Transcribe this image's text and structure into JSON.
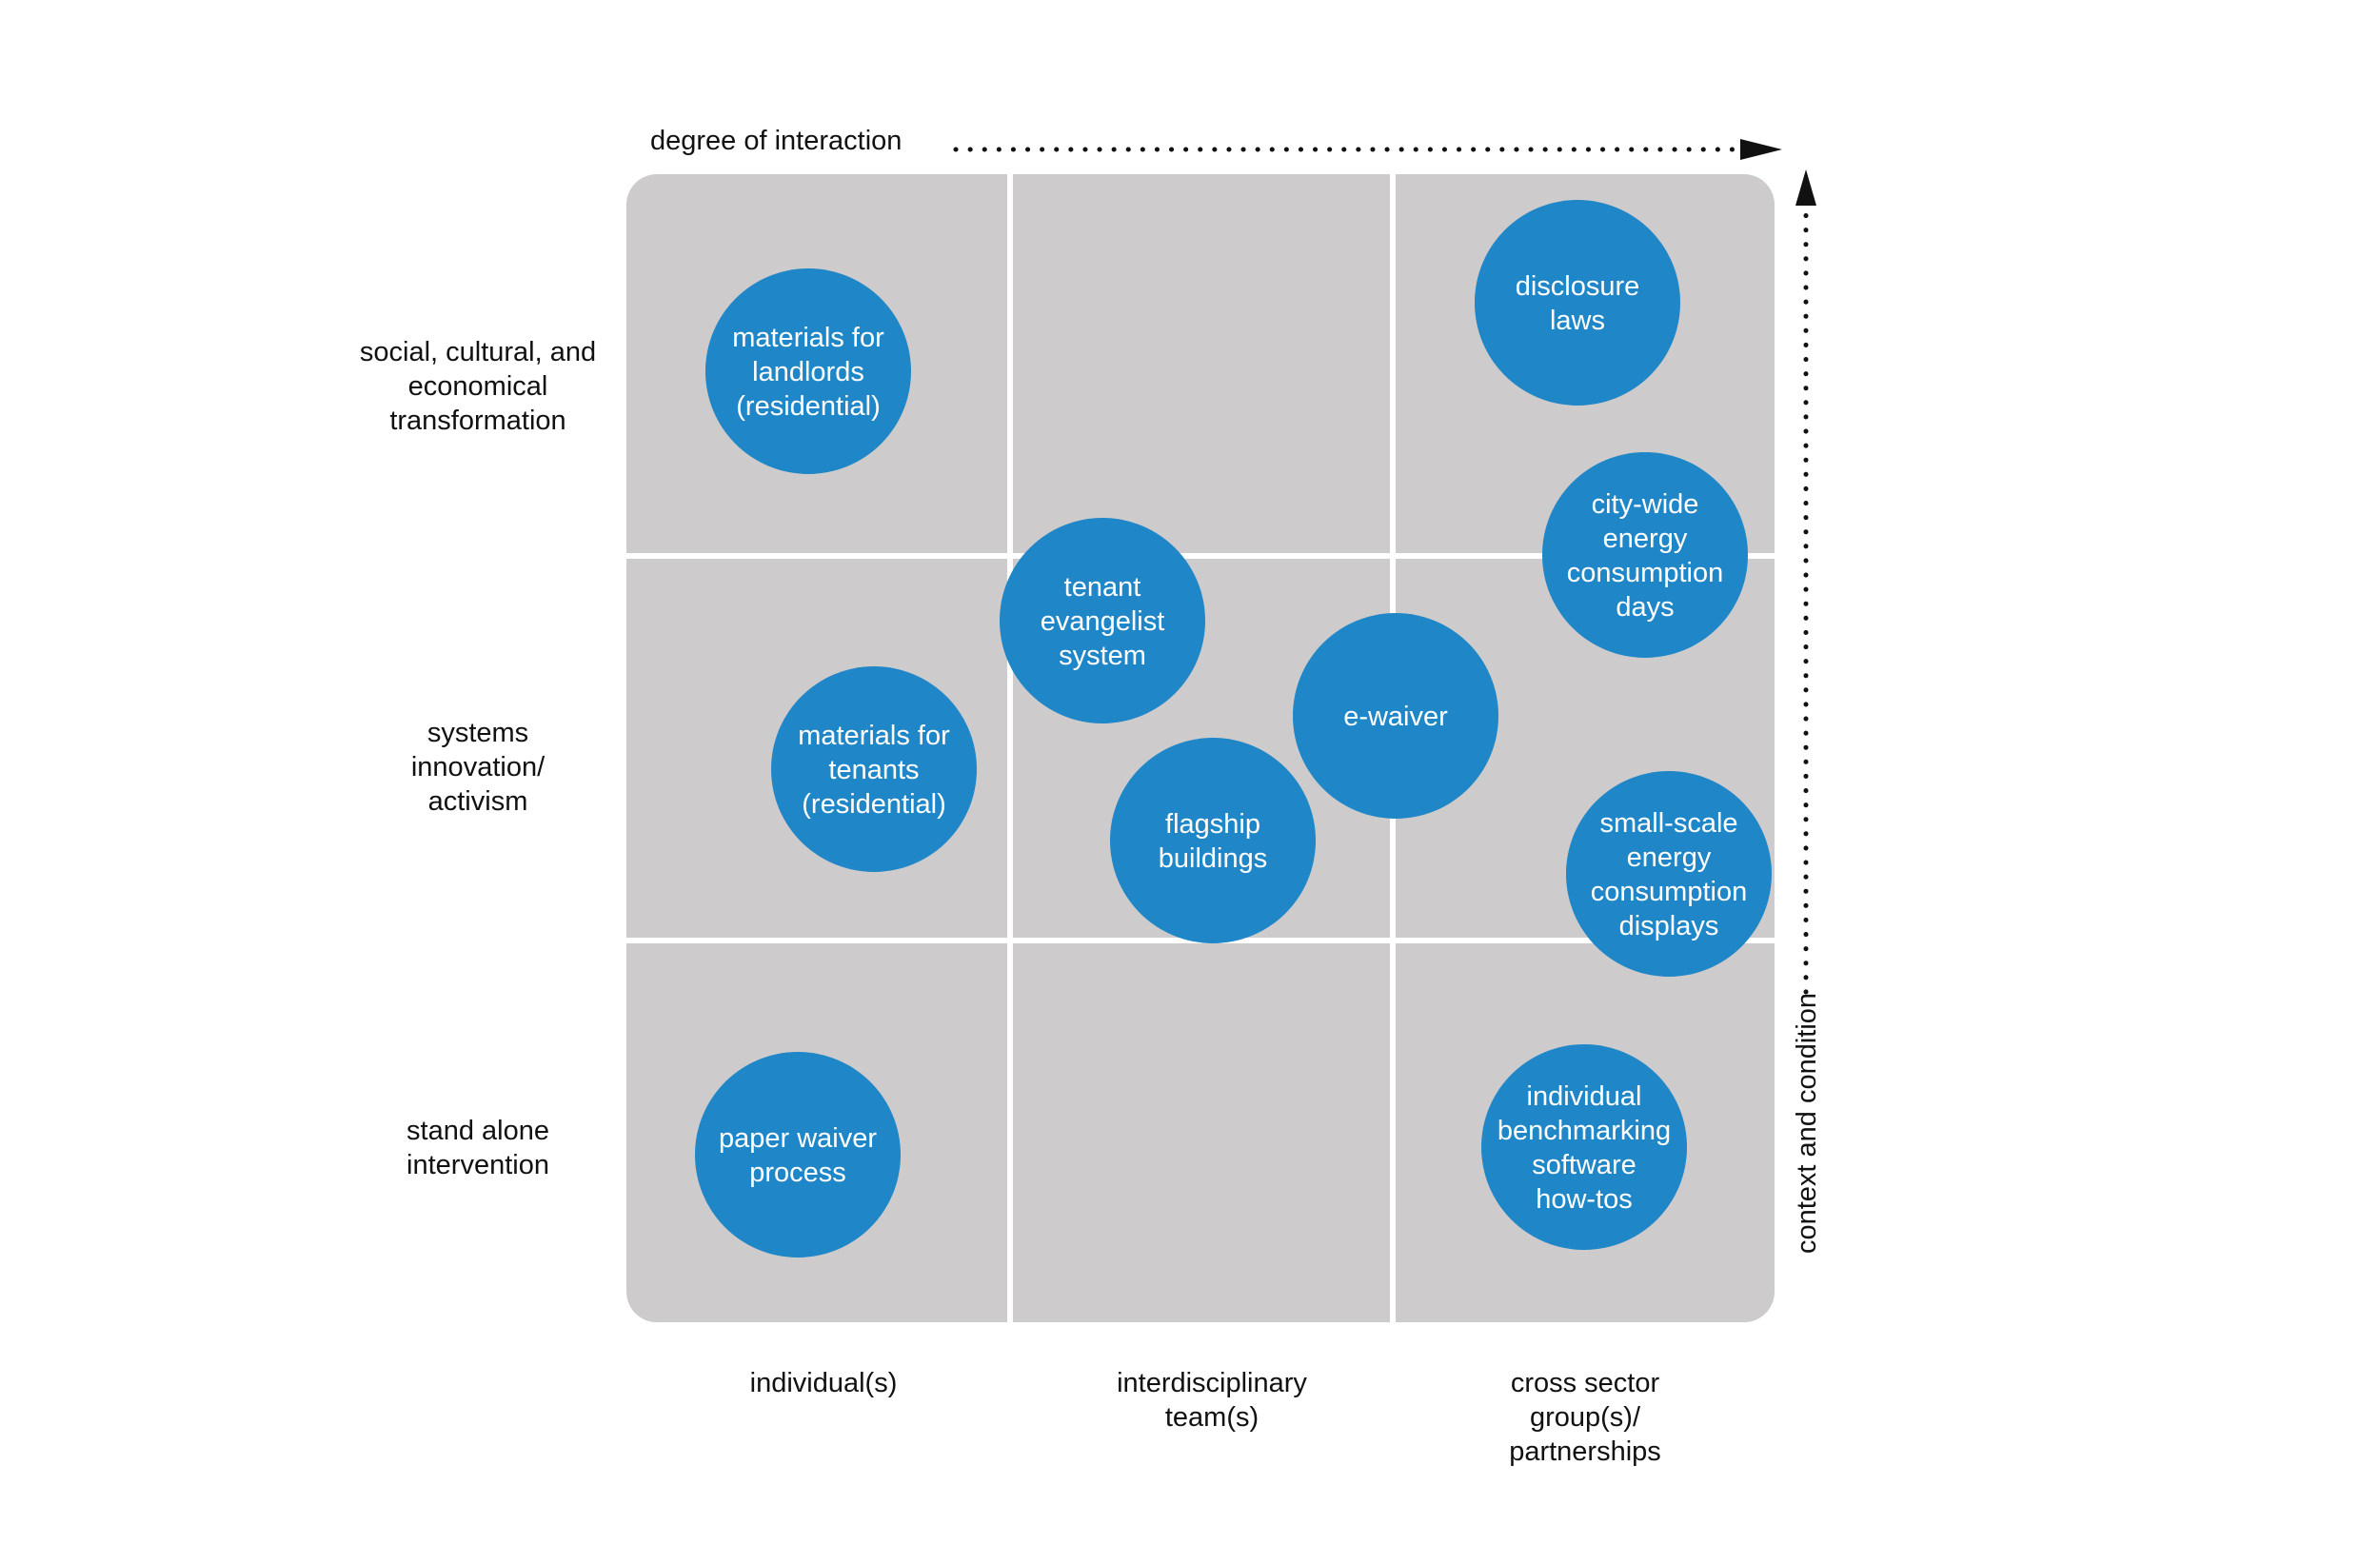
{
  "colors": {
    "grid_fill": "#cdcbcb",
    "grid_line": "#ffffff",
    "circle_fill": "#1f86c8",
    "circle_text": "#ffffff",
    "label_text": "#111111",
    "arrow": "#111111"
  },
  "axes": {
    "x_arrow_label": "degree of interaction",
    "y_arrow_label": "context and condition",
    "columns": [
      [
        "individual(s)"
      ],
      [
        "interdisciplinary",
        "team(s)"
      ],
      [
        "cross sector",
        "group(s)/",
        "partnerships"
      ]
    ],
    "rows": [
      [
        "social, cultural, and",
        "economical",
        "transformation"
      ],
      [
        "systems",
        "innovation/",
        "activism"
      ],
      [
        "stand alone",
        "intervention"
      ]
    ]
  },
  "items": [
    {
      "lines": [
        "materials for",
        "landlords",
        "(residential)"
      ]
    },
    {
      "lines": [
        "disclosure",
        "laws"
      ]
    },
    {
      "lines": [
        "city-wide",
        "energy",
        "consumption",
        "days"
      ]
    },
    {
      "lines": [
        "tenant",
        "evangelist",
        "system"
      ]
    },
    {
      "lines": [
        "materials for",
        "tenants",
        "(residential)"
      ]
    },
    {
      "lines": [
        "e-waiver"
      ]
    },
    {
      "lines": [
        "flagship",
        "buildings"
      ]
    },
    {
      "lines": [
        "small-scale",
        "energy",
        "consumption",
        "displays"
      ]
    },
    {
      "lines": [
        "paper waiver",
        "process"
      ]
    },
    {
      "lines": [
        "individual",
        "benchmarking",
        "software",
        "how-tos"
      ]
    }
  ]
}
